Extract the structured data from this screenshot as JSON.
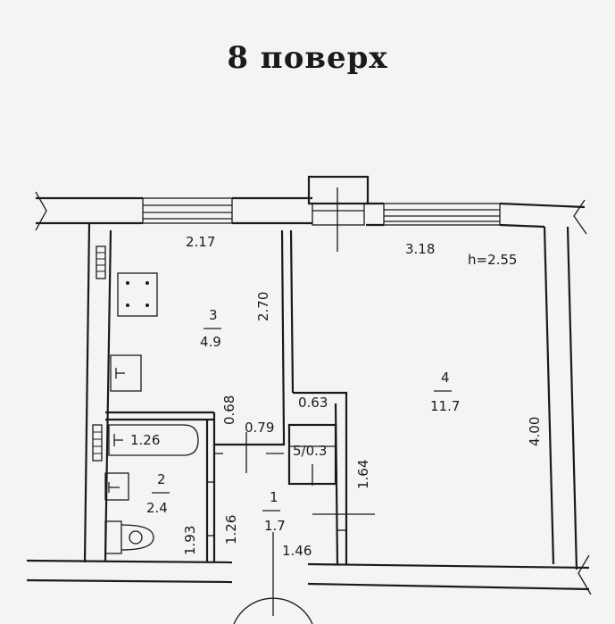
{
  "title": "8  поверх",
  "ceiling_height": "h=2.55",
  "rooms": [
    {
      "number": "1",
      "area": "1.7"
    },
    {
      "number": "2",
      "area": "2.4"
    },
    {
      "number": "3",
      "area": "4.9"
    },
    {
      "number": "4",
      "area": "11.7"
    },
    {
      "number": "5",
      "area": "0.3",
      "combined": "5/0.3"
    }
  ],
  "dimensions": {
    "d_2_17": "2.17",
    "d_3_18": "3.18",
    "d_2_70": "2.70",
    "d_4_00": "4.00",
    "d_0_68": "0.68",
    "d_0_79": "0.79",
    "d_0_63": "0.63",
    "d_1_26_bath": "1.26",
    "d_1_64": "1.64",
    "d_1_93": "1.93",
    "d_1_26_hall": "1.26",
    "d_1_46": "1.46"
  },
  "colors": {
    "ink": "#1a1a1a",
    "paper": "#f4f4f2"
  }
}
